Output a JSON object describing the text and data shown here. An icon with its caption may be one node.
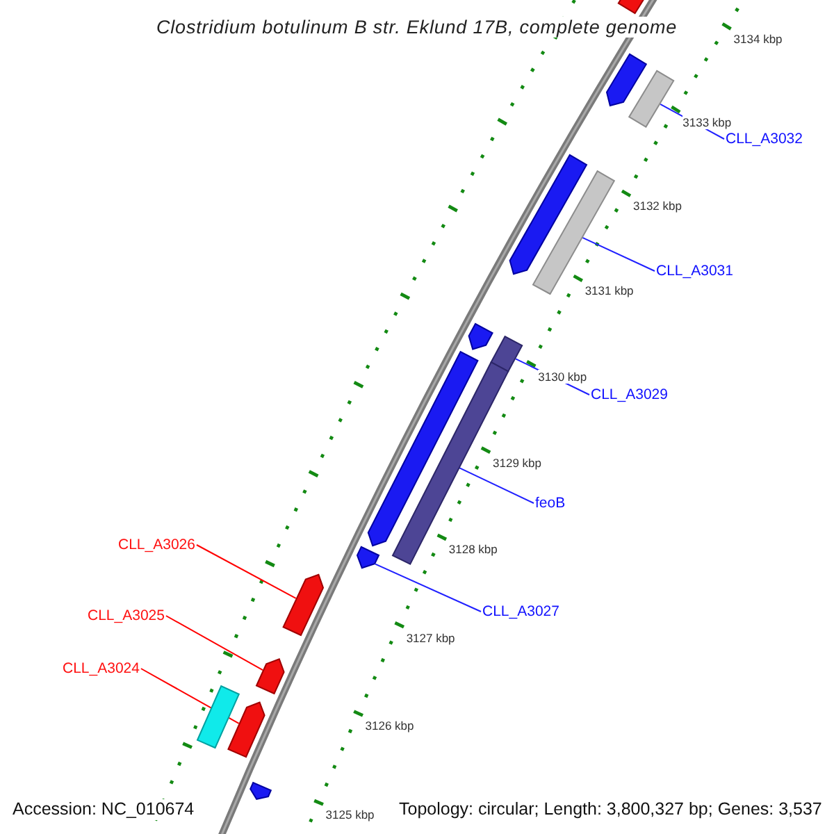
{
  "diagram": {
    "title": "Clostridium botulinum B str. Eklund 17B, complete genome",
    "nodes": [
      {
        "text": [
          "CLL_A3032"
        ]
      },
      {
        "text": [
          "CLL_A3031"
        ]
      },
      {
        "text": [
          "CLL_A3029"
        ]
      },
      {
        "text": [
          "feoB"
        ]
      },
      {
        "text": [
          "CLL_A3027"
        ]
      },
      {
        "text": [
          "CLL_A3026"
        ]
      },
      {
        "text": [
          "CLL_A3025"
        ]
      },
      {
        "text": [
          "CLL_A3024"
        ]
      },
      {
        "text": [],
        "shape": "pentagon"
      },
      {
        "text": [],
        "shape": "pentagon"
      },
      {
        "text": [],
        "shape": "bar"
      },
      {
        "text": [],
        "shape": "pentagon"
      },
      {
        "text": [],
        "shape": "bar"
      },
      {
        "text": [],
        "shape": "pentagon"
      },
      {
        "text": [],
        "shape": "bar"
      },
      {
        "text": [],
        "shape": "pentagon"
      },
      {
        "text": [],
        "shape": "bar"
      },
      {
        "text": [],
        "shape": "pentagon"
      },
      {
        "text": [],
        "shape": "pentagon"
      },
      {
        "text": [],
        "shape": "pentagon"
      },
      {
        "text": [],
        "shape": "bar"
      },
      {
        "text": [],
        "shape": "pentagon"
      },
      {
        "text": [],
        "shape": "pentagon"
      }
    ],
    "edges": [
      {
        "from": 0,
        "to": 10,
        "arrow": "none"
      },
      {
        "from": 1,
        "to": 12,
        "arrow": "none"
      },
      {
        "from": 2,
        "to": 14,
        "arrow": "none"
      },
      {
        "from": 3,
        "to": 16,
        "arrow": "none"
      },
      {
        "from": 4,
        "to": 17,
        "arrow": "none"
      },
      {
        "from": 5,
        "to": 18,
        "arrow": "none",
        "color": "#ff0000"
      },
      {
        "from": 6,
        "to": 19,
        "arrow": "none",
        "color": "#ff0000"
      },
      {
        "from": 7,
        "to": 21,
        "arrow": "none",
        "color": "#ff0000"
      }
    ],
    "labels": [
      "3134 kbp",
      "3133 kbp",
      "3132 kbp",
      "3131 kbp",
      "3130 kbp",
      "3129 kbp",
      "3128 kbp",
      "3127 kbp",
      "3126 kbp",
      "3125 kbp",
      "Accession: NC_010674",
      "Topology: circular; Length: 3,800,327 bp; Genes: 3,537"
    ]
  }
}
